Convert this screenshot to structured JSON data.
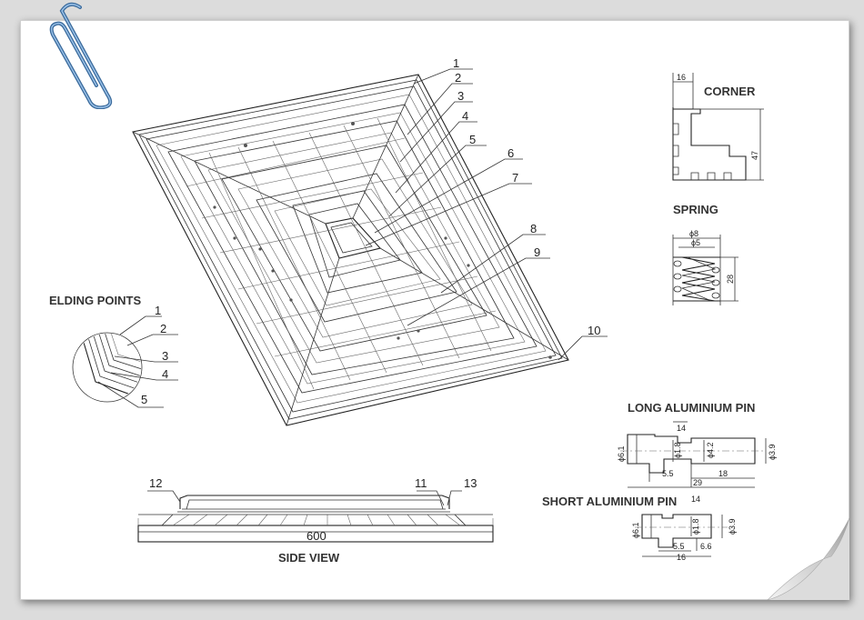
{
  "title_labels": {
    "welding_points": "ELDING POINTS",
    "corner": "CORNER",
    "spring": "SPRING",
    "long_pin": "LONG ALUMINIUM PIN",
    "short_pin": "SHORT ALUMINIUM PIN",
    "side_view": "SIDE VIEW"
  },
  "main_callouts": [
    "1",
    "2",
    "3",
    "4",
    "5",
    "6",
    "7",
    "8",
    "9",
    "10"
  ],
  "weld_callouts": [
    "1",
    "2",
    "3",
    "4",
    "5"
  ],
  "side_callouts": {
    "left": "12",
    "mid": "11",
    "right": "13",
    "width": "600"
  },
  "corner_dims": {
    "top": "16",
    "side": "47"
  },
  "spring_dims": {
    "outer": "ϕ8",
    "inner": "ϕ5",
    "height": "28"
  },
  "long_pin_dims": {
    "d1": "ϕ6.1",
    "d2": "ϕ1.8",
    "d3": "ϕ4.2",
    "d4": "ϕ3.9",
    "l1": "14",
    "l2": "5.5",
    "l3": "18",
    "l4": "29"
  },
  "short_pin_dims": {
    "d1": "ϕ6.1",
    "d2": "ϕ1.8",
    "d3": "ϕ3.9",
    "l1": "14",
    "l2": "5.5",
    "l3": "6.6",
    "l4": "16"
  },
  "icons": {
    "clip": "paperclip-icon",
    "curl": "page-curl-icon"
  }
}
